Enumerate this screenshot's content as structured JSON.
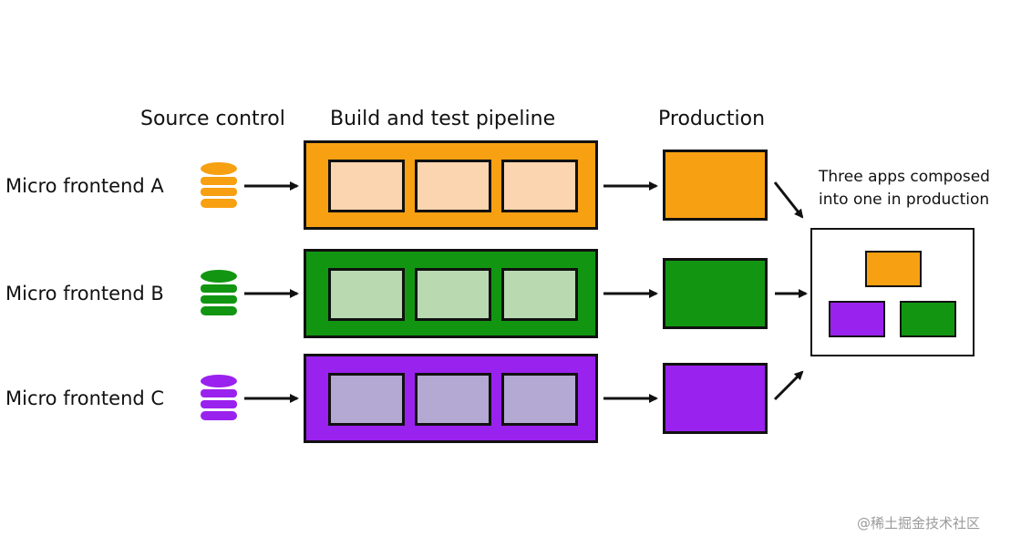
{
  "headers": {
    "source_control": "Source control",
    "pipeline": "Build and test pipeline",
    "production": "Production"
  },
  "rows": [
    {
      "label": "Micro frontend A",
      "color": "#f7a011",
      "stage_color": "#fbd4b0"
    },
    {
      "label": "Micro frontend B",
      "color": "#129612",
      "stage_color": "#b9d9b1"
    },
    {
      "label": "Micro frontend C",
      "color": "#9a22ee",
      "stage_color": "#b3a9d2"
    }
  ],
  "composition": {
    "caption_line1": "Three apps composed",
    "caption_line2": "into one in production"
  },
  "watermark": "@稀土掘金技术社区",
  "icons": [
    "database-icon",
    "right-arrow-icon",
    "diagonal-arrow-icon"
  ]
}
